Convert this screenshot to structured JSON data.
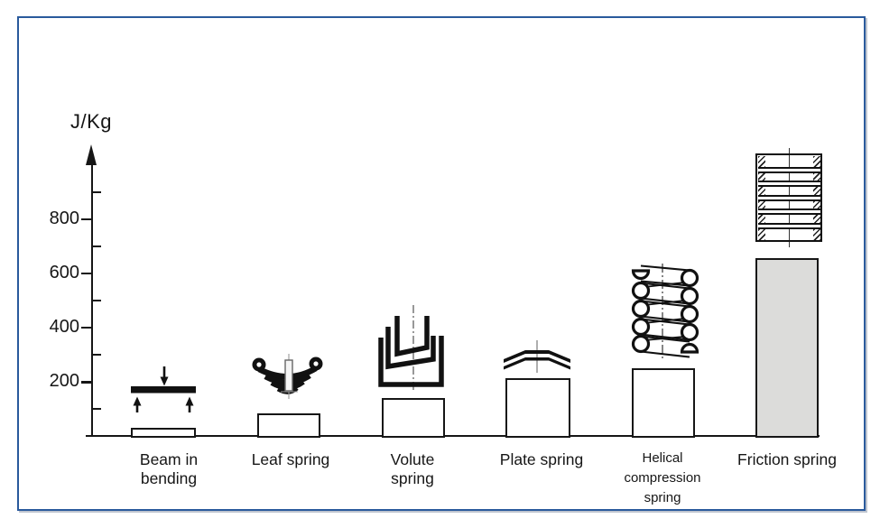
{
  "frame": {
    "border_color": "#2a5a9c",
    "background": "#ffffff"
  },
  "chart_data": {
    "type": "bar",
    "title": "",
    "ylabel": "J/Kg",
    "xlabel": "",
    "ylim": [
      0,
      1050
    ],
    "grid": false,
    "legend": "none",
    "yticks_major": [
      200,
      400,
      600,
      800
    ],
    "yticks_minor": [
      100,
      300,
      500,
      700,
      900
    ],
    "categories": [
      "Beam in\nbending",
      "Leaf spring",
      "Volute\nspring",
      "Plate spring",
      "Helical\ncompression\nspring",
      "Friction spring"
    ],
    "values": [
      35,
      90,
      145,
      220,
      255,
      660
    ],
    "bar_fill_colors": [
      "#ffffff",
      "#ffffff",
      "#ffffff",
      "#ffffff",
      "#ffffff",
      "#dcdcda"
    ],
    "bar_border_color": "#161616",
    "icons": [
      "beam-in-bending-icon",
      "leaf-spring-icon",
      "volute-spring-icon",
      "plate-spring-icon",
      "helical-compression-spring-icon",
      "friction-spring-icon"
    ]
  }
}
